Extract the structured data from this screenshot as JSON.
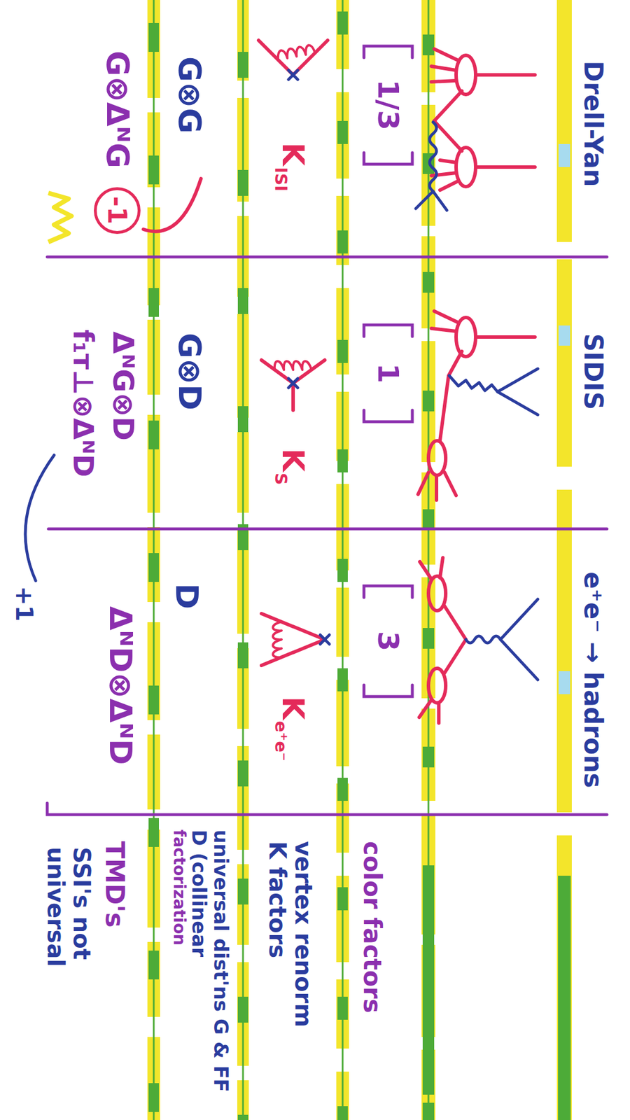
{
  "diagram": {
    "nodes": [
      {
        "text": [
          "-1"
        ]
      }
    ],
    "labels": [
      "Drell-Yan",
      "SIDIS",
      "e⁺e⁻ → hadrons",
      "1/3",
      "1",
      "3",
      "K",
      "ISI",
      "K",
      "S",
      "K",
      "e⁺e⁻",
      "G⊗G",
      "G⊗D",
      "D",
      "G⊗ΔᴺG",
      "ΔᴺG⊗D",
      "f₁ᴛ⊥⊗ΔᴺD",
      "+1",
      "ΔᴺD⊗ΔᴺD",
      "color factors",
      "vertex renorm K factors",
      "universal dist'ns G & FF D (collinear",
      "factorization",
      "TMD's",
      "SSI's not universal"
    ]
  }
}
